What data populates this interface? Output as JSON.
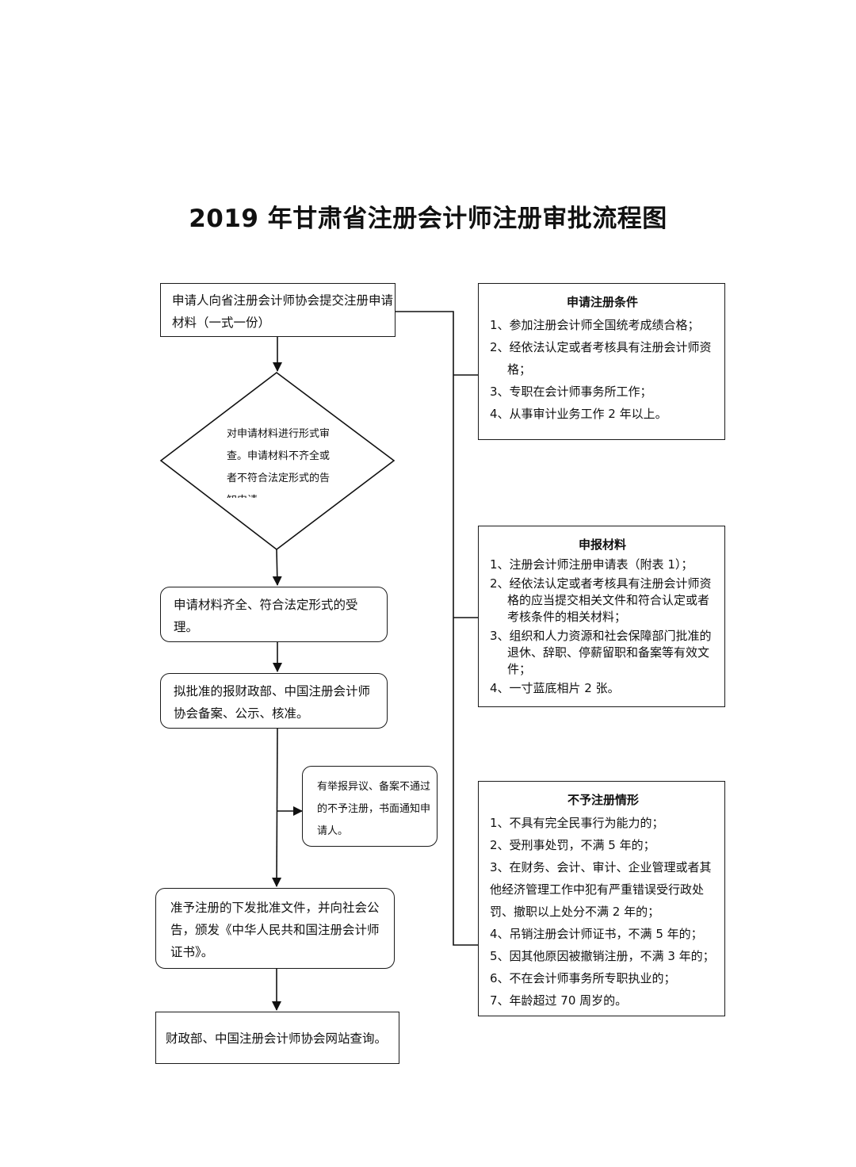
{
  "title": "2019 年甘肃省注册会计师注册审批流程图",
  "steps": {
    "submit": "申请人向省注册会计师协会提交注册申请材料（一式一份）",
    "review": "对申请材料进行形式审查。申请材料不齐全或者不符合法定形式的告知申请",
    "accept": "申请材料齐全、符合法定形式的受理。",
    "report": "拟批准的报财政部、中国注册会计师协会备案、公示、核准。",
    "objection": "有举报异议、备案不通过的不予注册，书面通知申请人。",
    "approve": "准予注册的下发批准文件，并向社会公告，颁发《中华人民共和国注册会计师证书》。",
    "query": "财政部、中国注册会计师协会网站查询。"
  },
  "conditions": {
    "title": "申请注册条件",
    "items": [
      "1、参加注册会计师全国统考成绩合格；",
      "2、经依法认定或者考核具有注册会计师资格；",
      "3、专职在会计师事务所工作；",
      "4、从事审计业务工作 2 年以上。"
    ]
  },
  "materials": {
    "title": "申报材料",
    "items": [
      "1、注册会计师注册申请表（附表 1）；",
      "2、经依法认定或者考核具有注册会计师资格的应当提交相关文件和符合认定或者考核条件的相关材料；",
      "3、组织和人力资源和社会保障部门批准的退休、辞职、停薪留职和备案等有效文件；",
      "4、一寸蓝底相片 2 张。"
    ]
  },
  "refusal": {
    "title": "不予注册情形",
    "items": [
      "1、不具有完全民事行为能力的；",
      "2、受刑事处罚，不满 5 年的；",
      "3、在财务、会计、审计、企业管理或者其他经济管理工作中犯有严重错误受行政处罚、撤职以上处分不满 2 年的；",
      "4、吊销注册会计师证书，不满 5 年的；",
      "5、因其他原因被撤销注册，不满 3 年的；",
      "6、不在会计师事务所专职执业的；",
      "7、年龄超过 70 周岁的。"
    ]
  }
}
